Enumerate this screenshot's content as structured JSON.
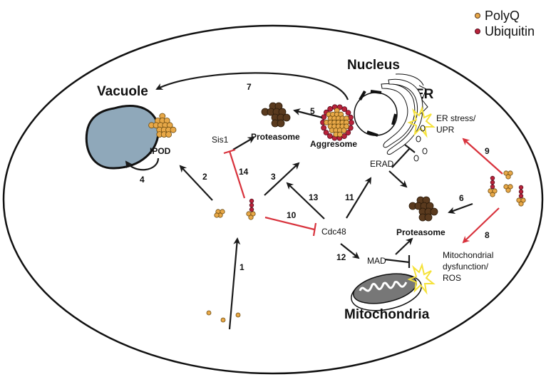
{
  "legend": {
    "polyq": {
      "label": "PolyQ",
      "color": "#e8a848"
    },
    "ubiquitin": {
      "label": "Ubiquitin",
      "color": "#b8223a"
    }
  },
  "compartments": {
    "vacuole": "Vacuole",
    "nucleus": "Nucleus",
    "er": "ER",
    "mitochondria": "Mitochondria"
  },
  "labels": {
    "ipod": "IPOD",
    "aggresome": "Aggresome",
    "proteasome_top": "Proteasome",
    "proteasome_right": "Proteasome",
    "sis1": "Sis1",
    "cdc48": "Cdc48",
    "erad": "ERAD",
    "mad": "MAD",
    "er_stress_1": "ER stress/",
    "er_stress_2": "UPR",
    "mito_1": "Mitochondrial",
    "mito_2": "dysfunction/",
    "mito_3": "ROS"
  },
  "steps": [
    "1",
    "2",
    "3",
    "4",
    "5",
    "6",
    "7",
    "8",
    "9",
    "10",
    "11",
    "12",
    "13",
    "14"
  ],
  "colors": {
    "activation": "#1a1a1a",
    "inhibition": "#d8323c",
    "vacuole_fill": "#8fa8ba",
    "proteasome": "#5a3a1e",
    "stress": "#f5e23a"
  }
}
